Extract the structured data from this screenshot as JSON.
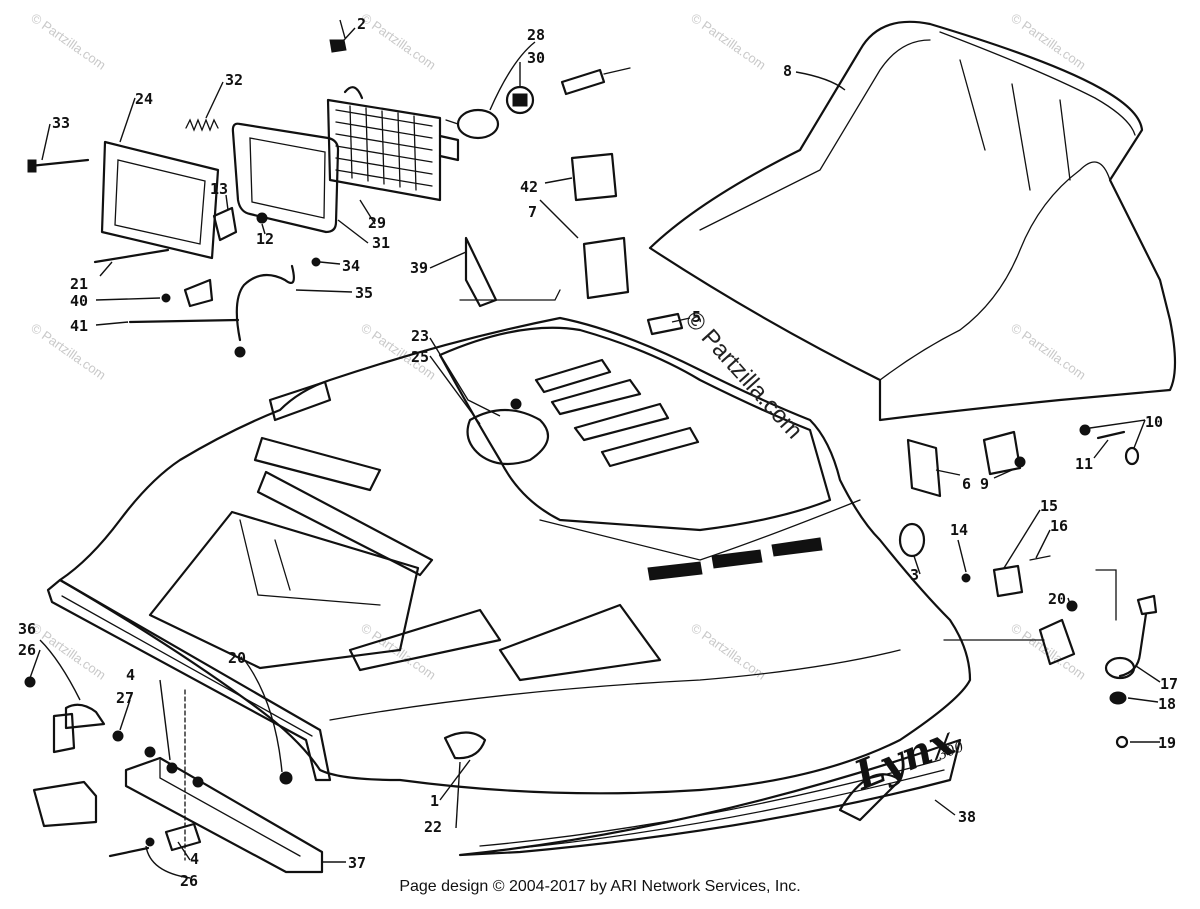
{
  "diagram": {
    "callouts": [
      "1",
      "2",
      "3",
      "4",
      "4",
      "5",
      "6",
      "7",
      "8",
      "9",
      "10",
      "11",
      "12",
      "13",
      "14",
      "15",
      "16",
      "17",
      "18",
      "19",
      "20",
      "20",
      "21",
      "22",
      "23",
      "24",
      "25",
      "26",
      "26",
      "27",
      "28",
      "29",
      "30",
      "31",
      "32",
      "33",
      "34",
      "35",
      "36",
      "37",
      "38",
      "39",
      "40",
      "41",
      "42"
    ],
    "watermark_small": "© Partzilla.com",
    "watermark_large": "© Partzilla.com",
    "decal_text": "Lynx",
    "decal_model": "300"
  },
  "footer": {
    "text": "Page design © 2004-2017 by ARI Network Services, Inc."
  }
}
